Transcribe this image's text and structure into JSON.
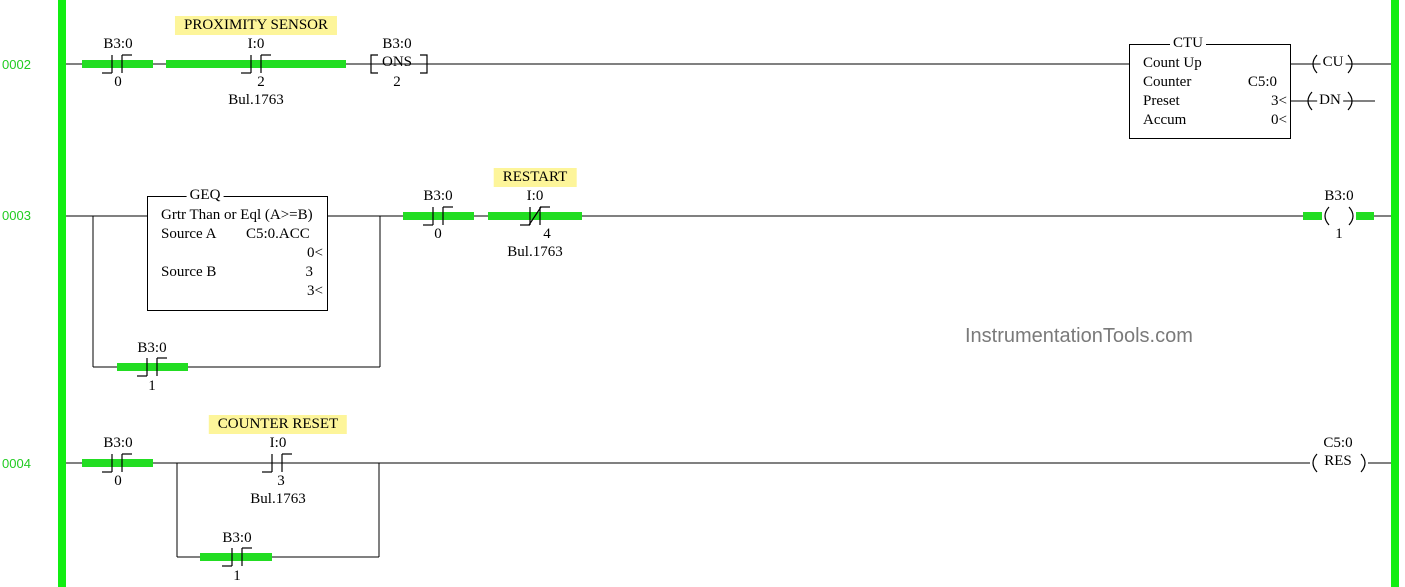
{
  "colors": {
    "energized": "#22dd22",
    "rail": "#11ee11",
    "tag_background": "#fdf59a",
    "rung_number": "#22cc22"
  },
  "watermark": "InstrumentationTools.com",
  "rungs": {
    "r0002": {
      "number": "0002",
      "b3_bit0": {
        "address": "B3:0",
        "bit": "0"
      },
      "prox": {
        "comment": "PROXIMITY SENSOR",
        "address": "I:0",
        "bit": "2",
        "module": "Bul.1763"
      },
      "ons": {
        "address": "B3:0",
        "label": "ONS",
        "bit": "2"
      },
      "ctu": {
        "title": "CTU",
        "description": "Count Up",
        "counter_label": "Counter",
        "counter_value": "C5:0",
        "preset_label": "Preset",
        "preset_value": "3<",
        "accum_label": "Accum",
        "accum_value": "0<",
        "cu_label": "CU",
        "dn_label": "DN"
      }
    },
    "r0003": {
      "number": "0003",
      "geq": {
        "title": "GEQ",
        "description": "Grtr Than or Eql (A>=B)",
        "source_a_label": "Source A",
        "source_a_value": "C5:0.ACC",
        "source_a_live": "0<",
        "source_b_label": "Source B",
        "source_b_value": "3",
        "source_b_live": "3<"
      },
      "branch_b3": {
        "address": "B3:0",
        "bit": "1"
      },
      "b3_bit0": {
        "address": "B3:0",
        "bit": "0"
      },
      "restart": {
        "comment": "RESTART",
        "address": "I:0",
        "bit": "4",
        "module": "Bul.1763"
      },
      "output_coil": {
        "address": "B3:0",
        "bit": "1"
      }
    },
    "r0004": {
      "number": "0004",
      "b3_bit0": {
        "address": "B3:0",
        "bit": "0"
      },
      "counter_reset": {
        "comment": "COUNTER RESET",
        "address": "I:0",
        "bit": "3",
        "module": "Bul.1763"
      },
      "branch_b3": {
        "address": "B3:0",
        "bit": "1"
      },
      "res_coil": {
        "address": "C5:0",
        "label": "RES"
      }
    }
  }
}
